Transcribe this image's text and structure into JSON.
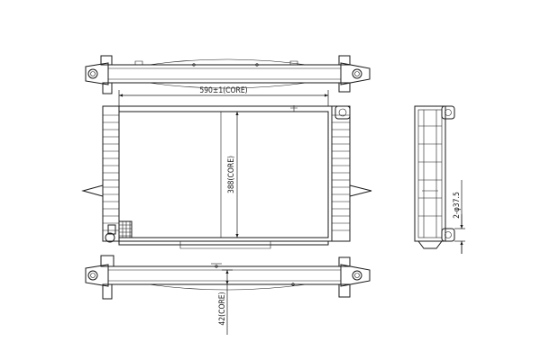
{
  "dimensions": {
    "core_width": "590±1(CORE)",
    "core_height": "388(CORE)",
    "core_thickness": "42(CORE)",
    "pipe_diameter": "2-φ37.5"
  },
  "colors": {
    "line": "#1a1a1a",
    "background": "#ffffff"
  }
}
